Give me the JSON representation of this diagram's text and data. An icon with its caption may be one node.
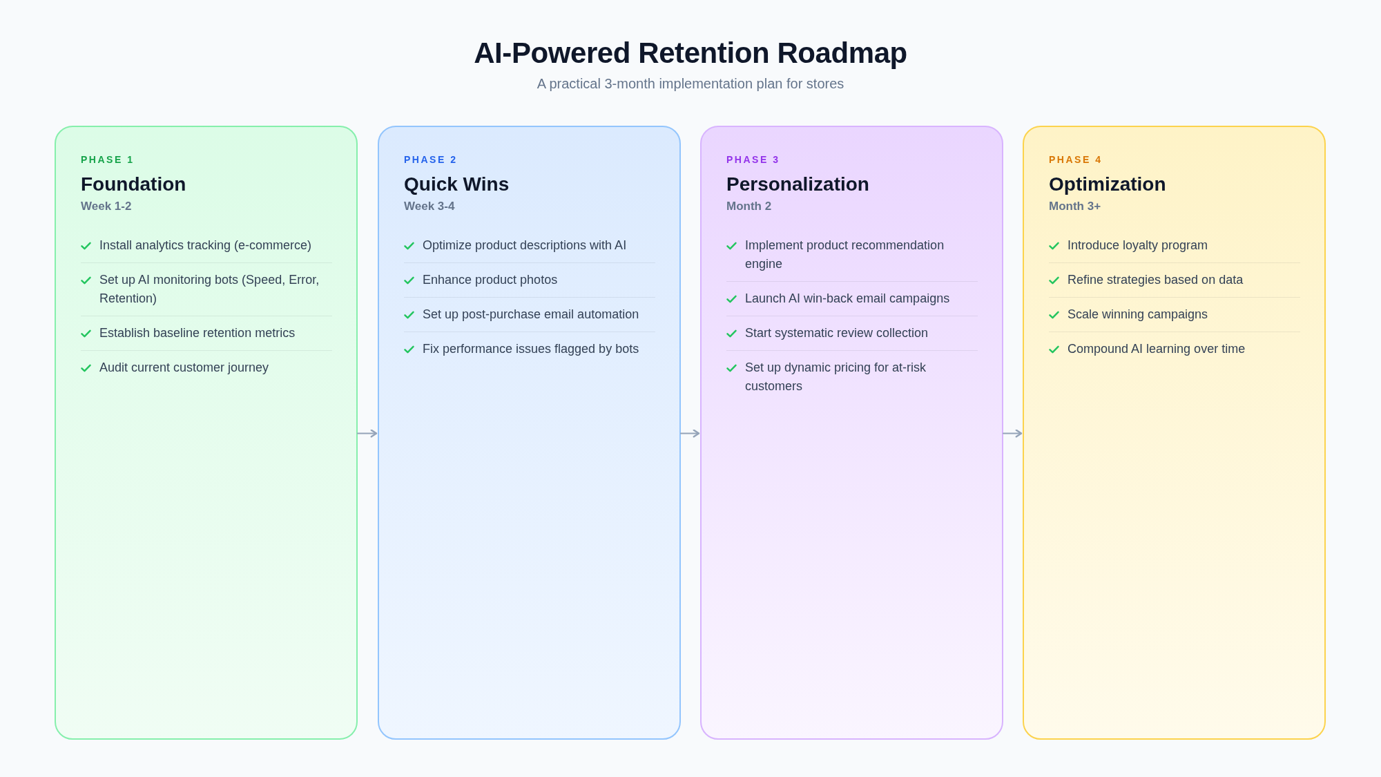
{
  "diagram": {
    "title": "AI-Powered Retention Roadmap",
    "nodes": [
      {
        "text": [
          "PHASE 1",
          "Foundation",
          "Week 1-2",
          "Install analytics tracking (e-commerce)",
          "Set up AI monitoring bots (Speed, Error, Retention)",
          "Establish baseline retention metrics",
          "Audit current customer journey"
        ]
      },
      {
        "text": [
          "PHASE 2",
          "Quick Wins",
          "Week 3-4",
          "Optimize product descriptions with AI",
          "Enhance product photos",
          "Set up post-purchase email automation",
          "Fix performance issues flagged by bots"
        ]
      },
      {
        "text": [
          "PHASE 3",
          "Personalization",
          "Month 2",
          "Implement product recommendation engine",
          "Launch AI win-back email campaigns",
          "Start systematic review collection",
          "Set up dynamic pricing for at-risk customers"
        ]
      },
      {
        "text": [
          "PHASE 4",
          "Optimization",
          "Month 3+",
          "Introduce loyalty program",
          "Refine strategies based on data",
          "Scale winning campaigns",
          "Compound AI learning over time"
        ]
      }
    ],
    "edges": [
      {
        "from": 0,
        "to": 1,
        "arrow": "to"
      },
      {
        "from": 1,
        "to": 2,
        "arrow": "to"
      },
      {
        "from": 2,
        "to": 3,
        "arrow": "to"
      }
    ],
    "labels": [
      "A practical 3-month implementation plan for stores"
    ]
  }
}
